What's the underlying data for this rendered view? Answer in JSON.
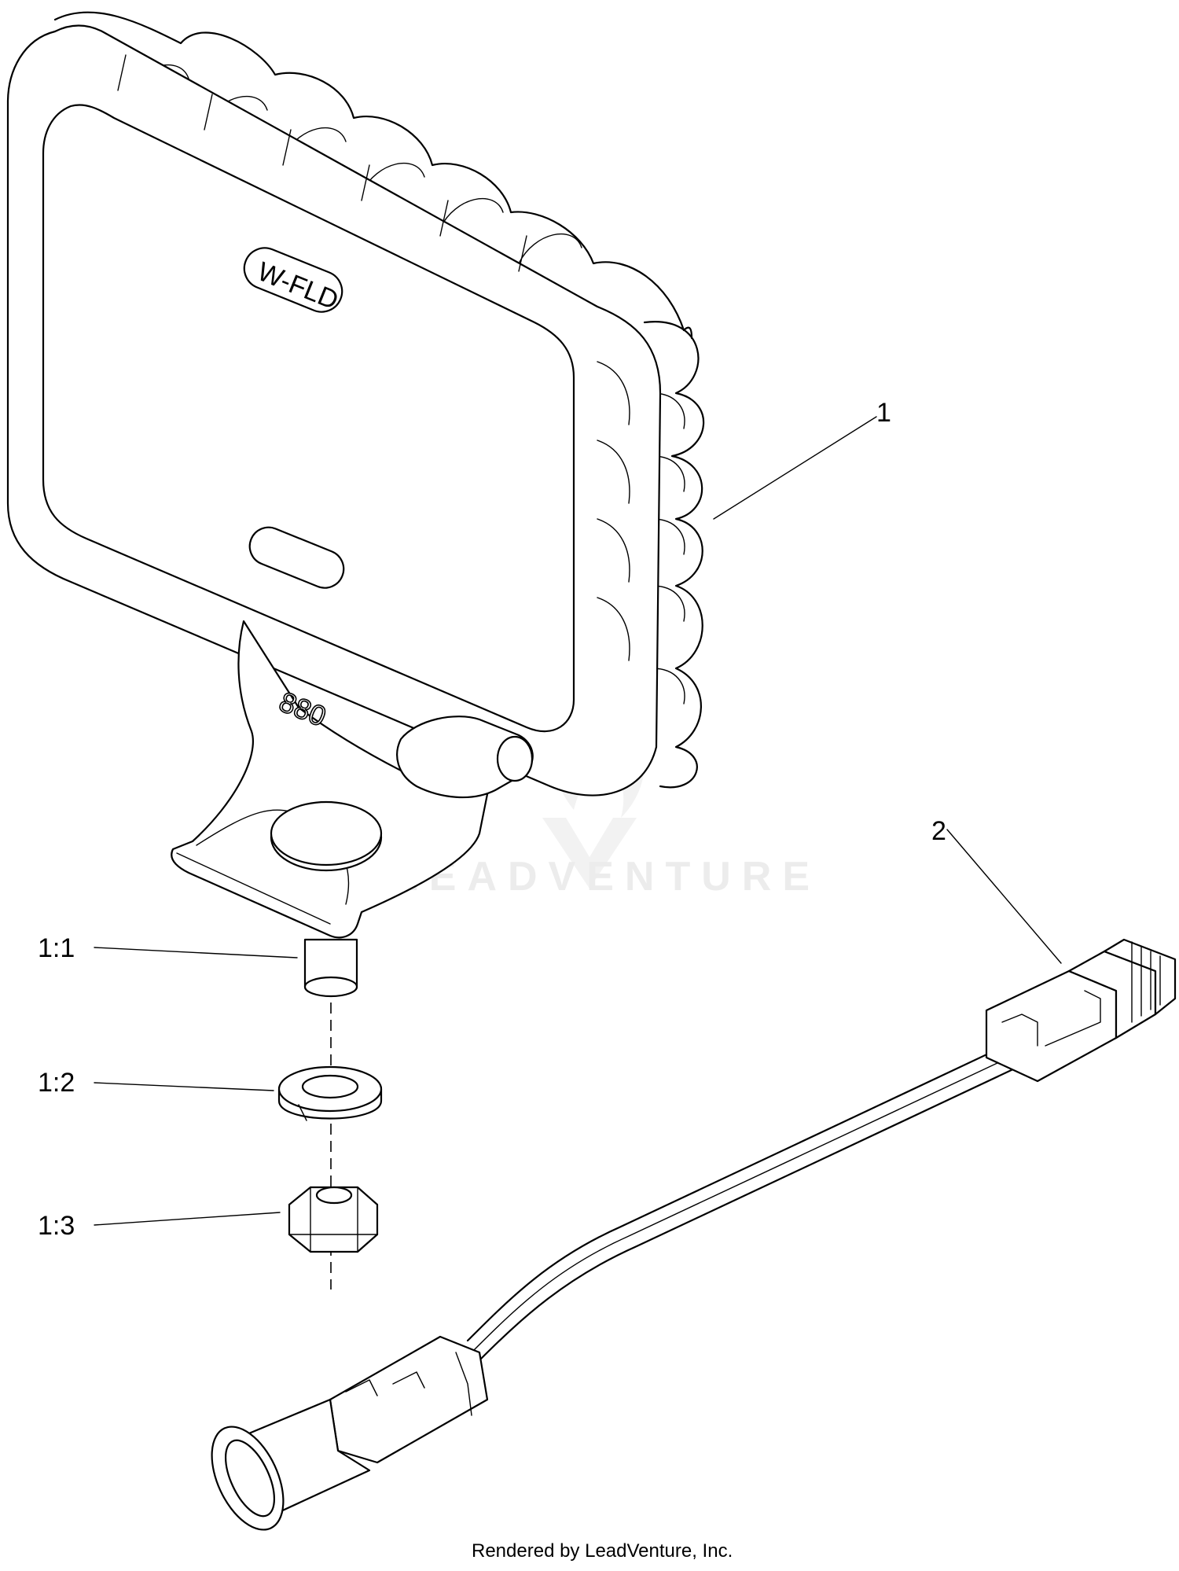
{
  "diagram": {
    "callouts": {
      "item_1": "1",
      "item_2": "2",
      "item_1_1": "1:1",
      "item_1_2": "1:2",
      "item_1_3": "1:3"
    },
    "lamp_markings": {
      "lens_badge": "W-FLD",
      "base_number": "880"
    },
    "watermark": "LEADVENTURE",
    "footer": "Rendered by LeadVenture, Inc."
  }
}
